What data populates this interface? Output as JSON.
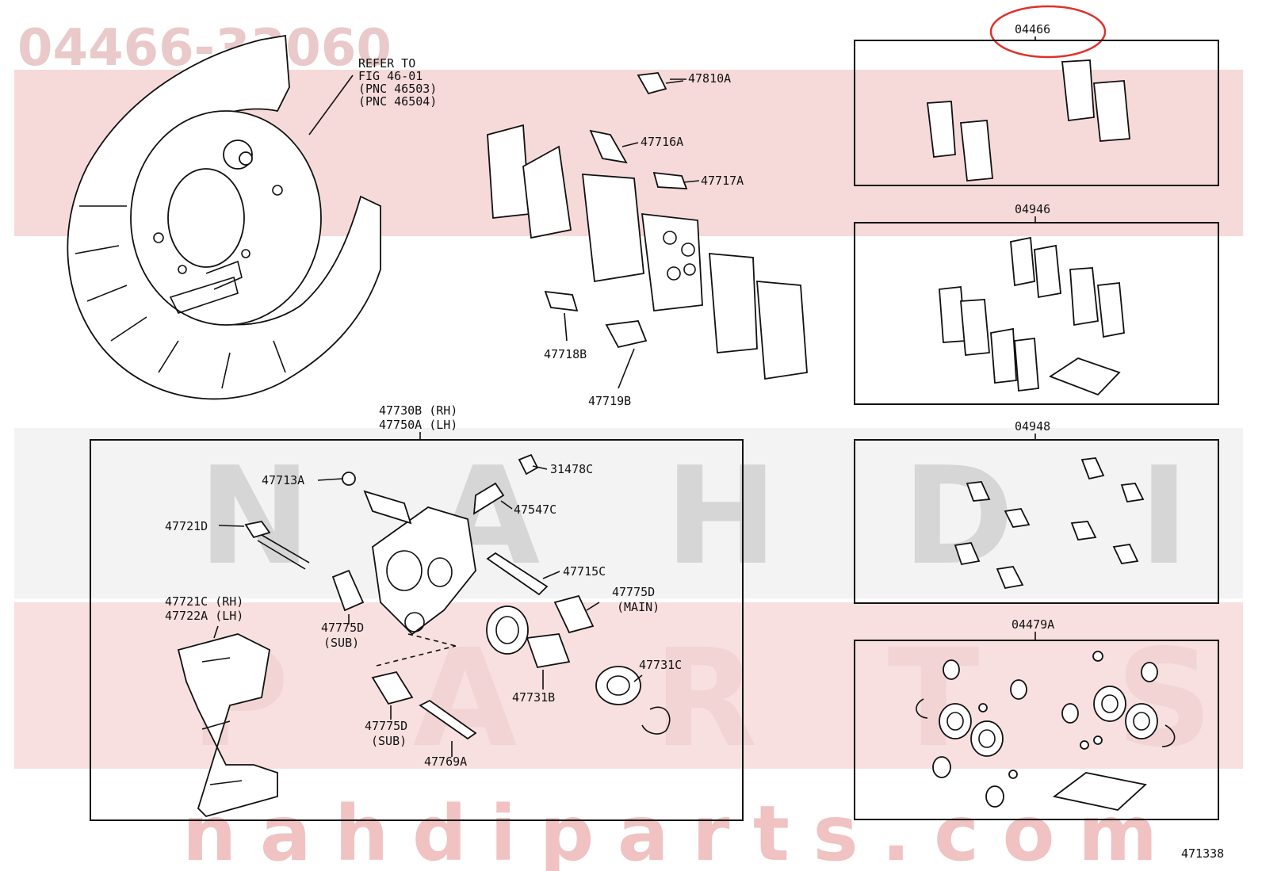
{
  "watermark": {
    "part_number": "04466-33060",
    "word_top": "NAHDI",
    "word_bottom": "PARTS",
    "url": "nahdiparts.com"
  },
  "diagram": {
    "refer_note": [
      "REFER TO",
      "FIG 46-01",
      "(PNC 46503)",
      "(PNC 46504)"
    ],
    "figure_number": "471338",
    "highlight_color": "#e0302a",
    "labels": {
      "l47810A": "47810A",
      "l47716A": "47716A",
      "l47717A": "47717A",
      "l47718B": "47718B",
      "l47719B": "47719B",
      "l47730B": "47730B (RH)",
      "l47750A": "47750A (LH)",
      "l47713A": "47713A",
      "l31478C": "31478C",
      "l47547C": "47547C",
      "l47721D": "47721D",
      "l47715C": "47715C",
      "l47775D_main": "47775D",
      "l_main": "(MAIN)",
      "l47775D_sub1": "47775D",
      "l_sub1": "(SUB)",
      "l47721C": "47721C (RH)",
      "l47722A": "47722A (LH)",
      "l47731C": "47731C",
      "l47731B": "47731B",
      "l47775D_sub2": "47775D",
      "l_sub2": "(SUB)",
      "l47769A": "47769A"
    },
    "kits": [
      {
        "code": "04466",
        "highlighted": true
      },
      {
        "code": "04946",
        "highlighted": false
      },
      {
        "code": "04948",
        "highlighted": false
      },
      {
        "code": "04479A",
        "highlighted": false
      }
    ]
  }
}
